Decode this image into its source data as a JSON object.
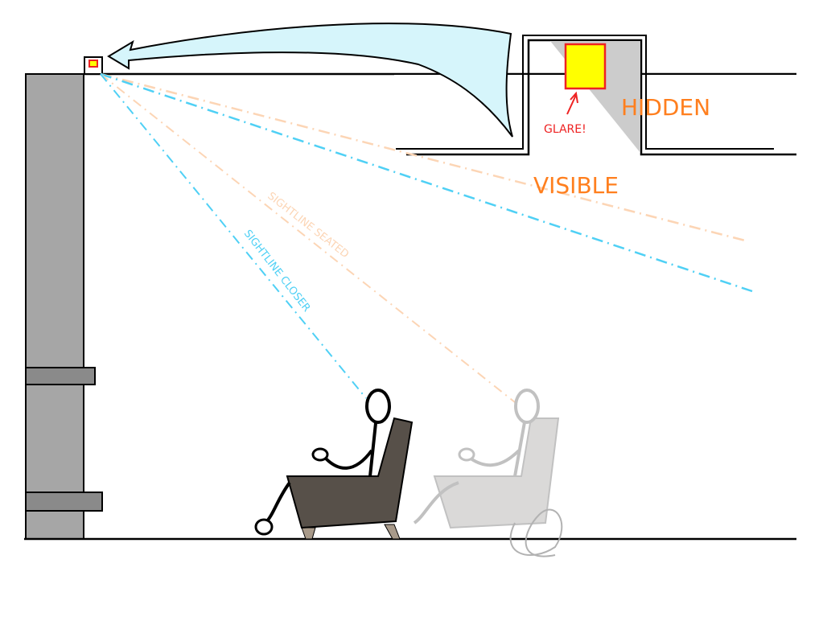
{
  "labels": {
    "hidden": "HIDDEN",
    "visible": "VISIBLE",
    "glare": "GLARE!",
    "sightline_seated": "SIGHTLINE SEATED",
    "sightline_closer": "SIGHTLINE CLOSER"
  },
  "colors": {
    "orange": "#ff7f1e",
    "red": "#ee2222",
    "blue": "#4fd0f5",
    "peach": "#fcd5b5",
    "wall": "#a6a6a6",
    "chair_dark": "#575049",
    "chair_light": "#d6d5d4"
  }
}
